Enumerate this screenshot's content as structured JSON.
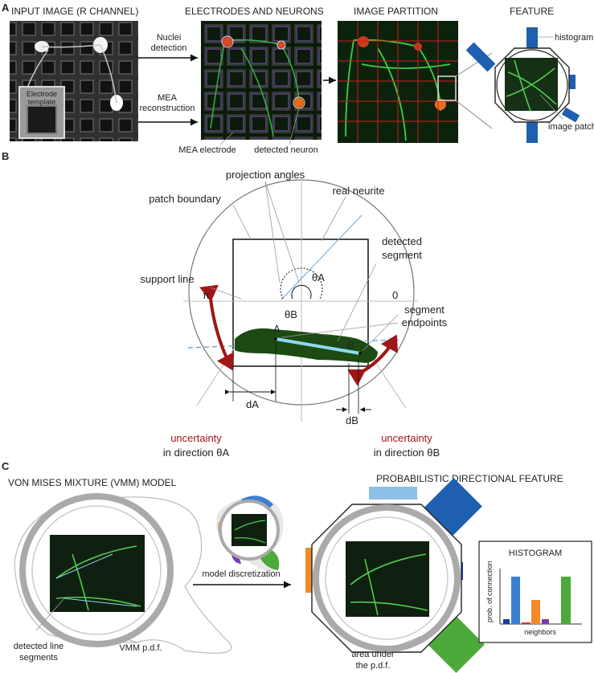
{
  "panels": {
    "a": "A",
    "b": "B",
    "c": "C"
  },
  "panel_a": {
    "input_image": "INPUT IMAGE (R CHANNEL)",
    "electrodes_neurons": "ELECTRODES AND NEURONS",
    "image_partition": "IMAGE PARTITION",
    "feature": "FEATURE",
    "electrode_template_1": "Electrode",
    "electrode_template_2": "template",
    "nuclei_1": "Nuclei",
    "nuclei_2": "detection",
    "mea_1": "MEA",
    "mea_2": "reconstruction",
    "mea_electrode": "MEA electrode",
    "detected_neuron": "detected neuron",
    "histogram": "histogram",
    "image_patch": "image patch"
  },
  "panel_b": {
    "projection_angles": "projection angles",
    "patch_boundary": "patch boundary",
    "real_neurite": "real neurite",
    "detected_1": "detected",
    "detected_2": "segment",
    "support_line": "support line",
    "pi": "π",
    "zero": "0",
    "theta_a": "θA",
    "theta_b": "θB",
    "seg_end_1": "segment",
    "seg_end_2": "endpoints",
    "point_a": "A",
    "point_b": "B",
    "d_a": "dA",
    "d_b": "dB",
    "uncertainty": "uncertainty",
    "in_dir_a": "in direction θA",
    "in_dir_b": "in direction θB"
  },
  "panel_c": {
    "vmm_title": "VON MISES MIXTURE (VMM) MODEL",
    "pdf_title": "PROBABILISTIC DIRECTIONAL FEATURE",
    "detected_lines_1": "detected line",
    "detected_lines_2": "segments",
    "vmm_pdf": "VMM p.d.f.",
    "model_disc": "model discretization",
    "area_1": "area under",
    "area_2": "the p.d.f.",
    "histogram_title": "HISTOGRAM",
    "y_axis": "prob. of connection",
    "x_axis": "neighbors"
  },
  "colors": {
    "blue": "#1f5fb0",
    "dark_red": "#a01616",
    "neurite_green": "#1c4a12",
    "segment_cyan": "#8fd8f0",
    "bar_blue": "#3a7fd0",
    "bar_orange": "#f08a2a",
    "bar_green": "#4caa3a",
    "bar_purple": "#7d3ab0",
    "bar_navy": "#1a3ab0"
  }
}
